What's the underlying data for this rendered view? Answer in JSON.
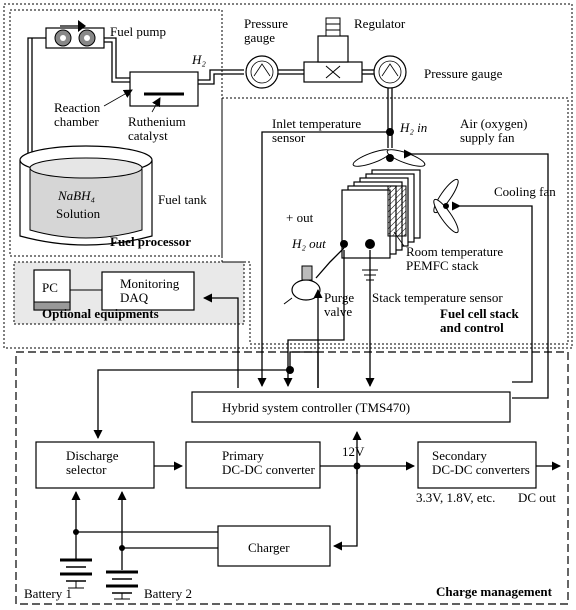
{
  "labels": {
    "fuel_pump": "Fuel pump",
    "h2_top": "H₂",
    "pressure_gauge_top": "Pressure\ngauge",
    "regulator": "Regulator",
    "pressure_gauge_right": "Pressure gauge",
    "reaction_chamber": "Reaction\nchamber",
    "ruthenium_catalyst": "Ruthenium\ncatalyst",
    "nabh4": "NaBH₄",
    "solution": "Solution",
    "fuel_tank": "Fuel tank",
    "fuel_processor": "Fuel processor",
    "inlet_temp_sensor": "Inlet temperature\nsensor",
    "h2_in": "H₂ in",
    "air_supply_fan": "Air (oxygen)\nsupply fan",
    "cooling_fan": "Cooling fan",
    "plus_out": "+ out",
    "h2_out": "H₂ out",
    "room_temp_stack": "Room temperature\nPEMFC stack",
    "stack_temp_sensor": "Stack temperature sensor",
    "purge_valve": "Purge\nvalve",
    "fuel_cell_stack_control": "Fuel cell stack\nand control",
    "pc": "PC",
    "monitoring_daq": "Monitoring\nDAQ",
    "optional_equipments": "Optional equipments",
    "hybrid_controller": "Hybrid system controller (TMS470)",
    "discharge_selector": "Discharge\nselector",
    "primary_converter": "Primary\nDC-DC converter",
    "v12": "12V",
    "secondary_converters": "Secondary\nDC-DC converters",
    "voltages": "3.3V, 1.8V, etc.",
    "dc_out": "DC out",
    "charger": "Charger",
    "battery1": "Battery 1",
    "battery2": "Battery 2",
    "charge_management": "Charge management"
  }
}
